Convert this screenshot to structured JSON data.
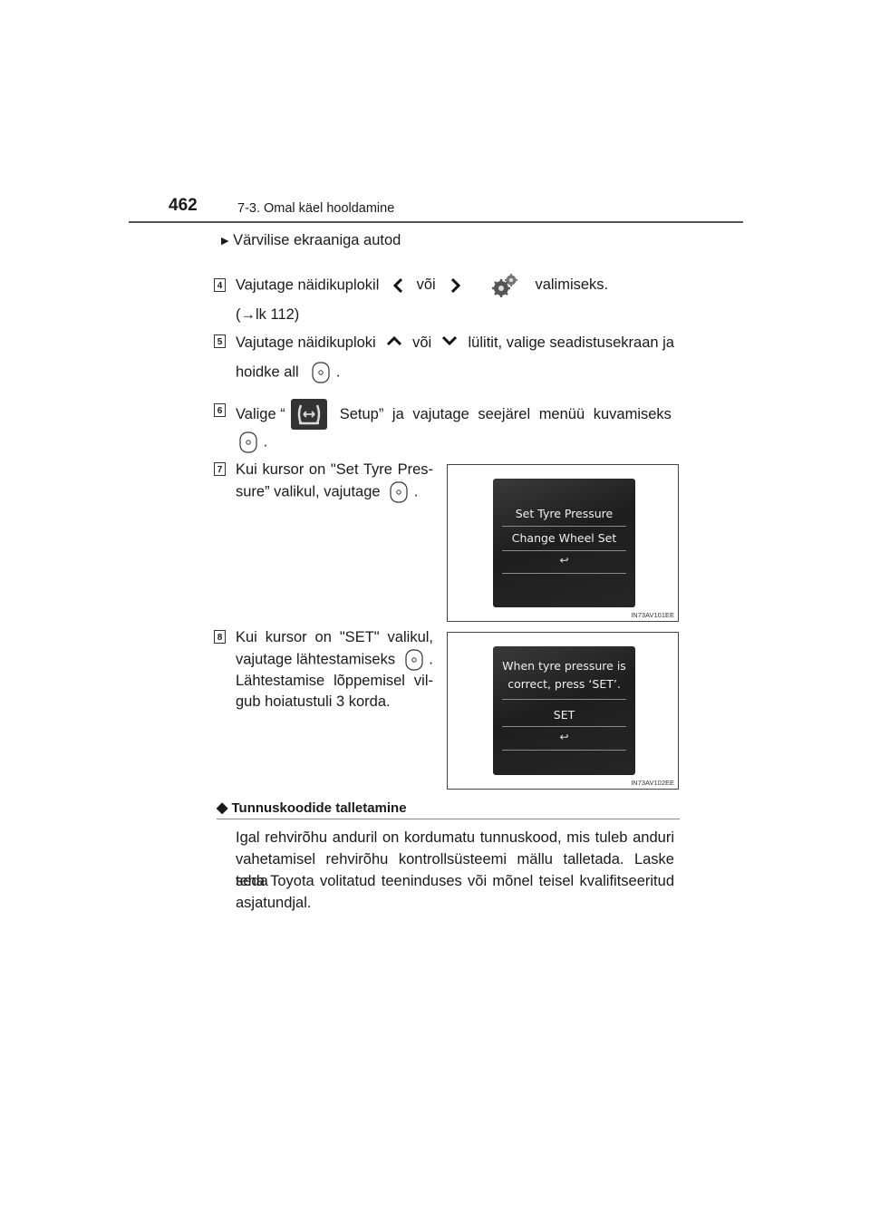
{
  "header": {
    "page_number": "462",
    "section": "7-3. Omal käel hooldamine"
  },
  "intro": {
    "bullet": "Värvilise ekraaniga autod"
  },
  "steps": [
    {
      "num": "4",
      "a": "Vajutage näidikuplokil",
      "b": "või",
      "c": "valimiseks.",
      "d": "(→lk 112)"
    },
    {
      "num": "5",
      "a": "Vajutage näidikuploki",
      "b": "või",
      "c": "lülitit, valige seadistusekraan ja",
      "d": "hoidke all",
      "e": "."
    },
    {
      "num": "6",
      "a": "Valige “",
      "b": "Setup” ja vajutage seejärel menüü kuvamiseks",
      "c": "."
    },
    {
      "num": "7",
      "l1": "Kui kursor on \"Set Tyre Pres-",
      "l2": "sure” valikul, vajutage",
      "l2e": "."
    },
    {
      "num": "8",
      "l1": "Kui kursor on \"SET\" valikul,",
      "l2": "vajutage lähtestamiseks",
      "l2e": ".",
      "l3": "Lähtestamise lõppemisel vil-",
      "l4": "gub hoiatustuli 3 korda."
    }
  ],
  "screen1": {
    "line1": "Set Tyre Pressure",
    "line2": "Change Wheel Set",
    "back": "↩",
    "caption": "IN73AV101EE"
  },
  "screen2": {
    "line1": "When tyre pressure is",
    "line2": "correct, press ‘SET’.",
    "line3": "SET",
    "back": "↩",
    "caption": "IN73AV102EE"
  },
  "subsection": {
    "title": "Tunnuskoodide talletamine",
    "lines": [
      "Igal rehvirõhu anduril on kordumatu tunnuskood, mis tuleb anduri",
      "vahetamisel rehvirõhu kontrollsüsteemi mällu talletada. Laske seda",
      "teha Toyota volitatud teeninduses või mõnel teisel kvalifitseeritud",
      "asjatundjal."
    ]
  }
}
